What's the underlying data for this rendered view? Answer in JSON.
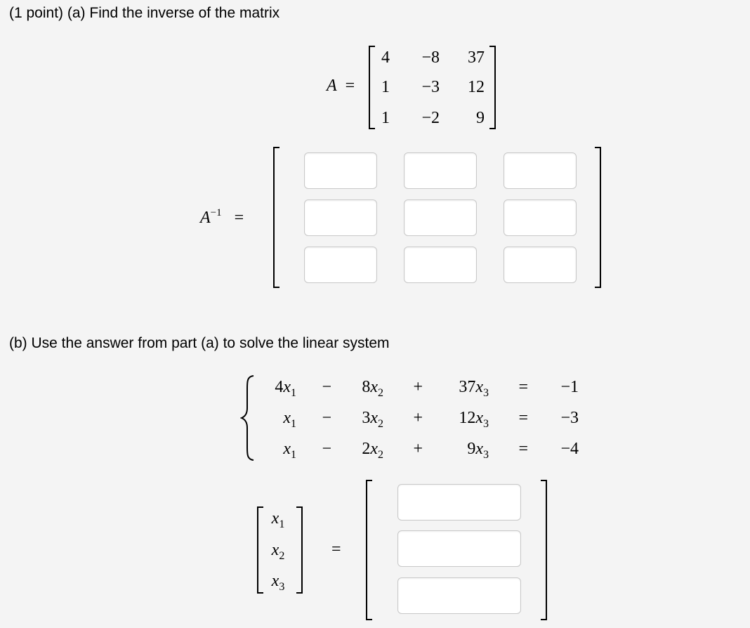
{
  "part_a": {
    "label": "(1 point) (a) Find the inverse of the matrix",
    "matrix_name": "A",
    "equals": "=",
    "matrix": [
      [
        "4",
        "−8",
        "37"
      ],
      [
        "1",
        "−3",
        "12"
      ],
      [
        "1",
        "−2",
        "9"
      ]
    ],
    "inverse_label": "A",
    "inverse_sup": "−1",
    "inverse_equals": "=",
    "inverse_answers": [
      [
        "",
        "",
        ""
      ],
      [
        "",
        "",
        ""
      ],
      [
        "",
        "",
        ""
      ]
    ]
  },
  "part_b": {
    "label": "(b) Use the answer from part (a) to solve the linear system",
    "system": [
      {
        "t1_coef": "4",
        "op1": "−",
        "t2_coef": "8",
        "op2": "+",
        "t3_coef": "37",
        "eq": "=",
        "rhs": "−1"
      },
      {
        "t1_coef": "",
        "op1": "−",
        "t2_coef": "3",
        "op2": "+",
        "t3_coef": "12",
        "eq": "=",
        "rhs": "−3"
      },
      {
        "t1_coef": "",
        "op1": "−",
        "t2_coef": "2",
        "op2": "+",
        "t3_coef": "9",
        "eq": "=",
        "rhs": "−4"
      }
    ],
    "var_name": "x",
    "var_subs": [
      "1",
      "2",
      "3"
    ],
    "vector_equals": "=",
    "solution_answers": [
      "",
      "",
      ""
    ]
  }
}
